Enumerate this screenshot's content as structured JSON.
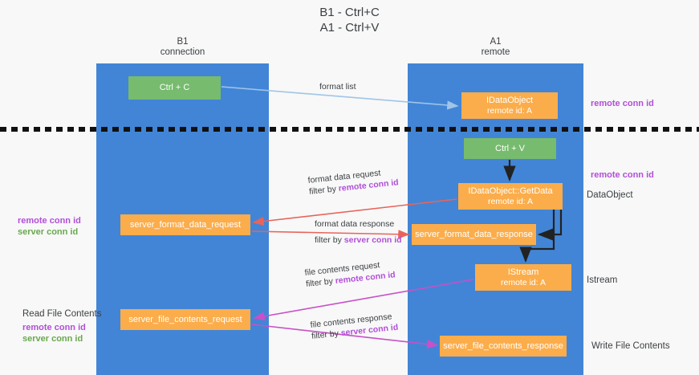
{
  "title": {
    "line1": "B1 - Ctrl+C",
    "line2": "A1 - Ctrl+V"
  },
  "columns": {
    "left": {
      "name": "B1",
      "role": "connection"
    },
    "right": {
      "name": "A1",
      "role": "remote"
    }
  },
  "boxes": {
    "ctrl_c": {
      "label": "Ctrl + C",
      "color": "#77bb6e"
    },
    "idataobject": {
      "label": "IDataObject",
      "sub": "remote id: A",
      "color": "#fbad4b"
    },
    "ctrl_v": {
      "label": "Ctrl + V",
      "color": "#77bb6e"
    },
    "getdata": {
      "label": "IDataObject::GetData",
      "sub": "remote id: A",
      "color": "#fbad4b"
    },
    "server_format_data_request": {
      "label": "server_format_data_request",
      "color": "#fbad4b"
    },
    "server_format_data_response": {
      "label": "server_format_data_response",
      "color": "#fbad4b"
    },
    "istream": {
      "label": "IStream",
      "sub": "remote id: A",
      "color": "#fbad4b"
    },
    "server_file_contents_request": {
      "label": "server_file_contents_request",
      "color": "#fbad4b"
    },
    "server_file_contents_response": {
      "label": "server_file_contents_response",
      "color": "#fbad4b"
    }
  },
  "edges": {
    "format_list": {
      "label": "format list",
      "color": "#9fc5e8"
    },
    "format_data_request": {
      "label": "format data request",
      "filter_prefix": "filter by ",
      "filter_key": "remote conn id",
      "color": "#e8645a"
    },
    "format_data_response": {
      "label": "format data response",
      "filter_prefix": "filter by ",
      "filter_key": "server conn id",
      "color": "#e8645a"
    },
    "file_contents_request": {
      "label": "file contents request",
      "filter_prefix": "filter by ",
      "filter_key": "remote conn id",
      "color": "#c850c8"
    },
    "file_contents_response": {
      "label": "file contents response",
      "filter_prefix": "filter by ",
      "filter_key": "server conn id",
      "color": "#c850c8"
    }
  },
  "annotations": {
    "remote_conn_id_top": "remote conn id",
    "remote_conn_id_mid": "remote conn id",
    "dataobject": "DataObject",
    "istream": "Istream",
    "write_file_contents": "Write File Contents",
    "read_file_contents": "Read File Contents",
    "left_remote_conn_id": "remote conn id",
    "left_server_conn_id": "server conn id",
    "bottom_remote_conn_id": "remote conn id",
    "bottom_server_conn_id": "server conn id"
  },
  "colors": {
    "panel": "#4285d6",
    "green": "#77bb6e",
    "orange": "#fbad4b",
    "purple": "#b14fd8",
    "green_text": "#6aa84f",
    "background": "#f8f8f8"
  }
}
